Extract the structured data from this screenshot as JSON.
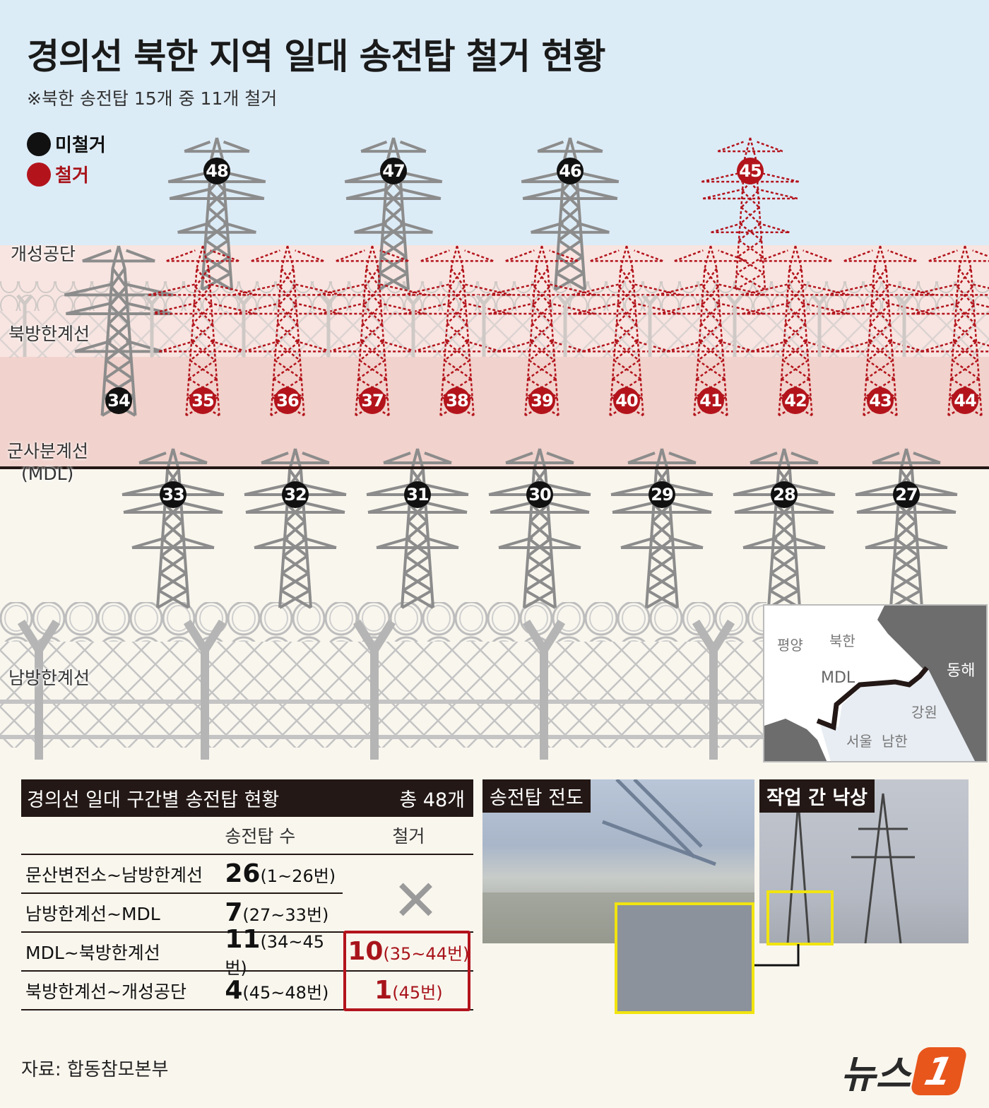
{
  "title": "경의선 북한 지역 일대 송전탑 철거 현황",
  "subtitle": "※북한 송전탑 15개 중 11개 철거",
  "legend": [
    {
      "label": "미철거",
      "color": "#111111"
    },
    {
      "label": "철거",
      "color": "#b3141c"
    }
  ],
  "zones": {
    "kaesong": "개성공단",
    "nll": "북방한계선",
    "mdl_1": "군사분계선",
    "mdl_2": "(MDL)",
    "sll": "남방한계선"
  },
  "colors": {
    "removed": "#b3141c",
    "standing": "#111111",
    "tower_gray": "#8c8c8c"
  },
  "towers": {
    "north_rear": [
      {
        "number": "48",
        "removed": false
      },
      {
        "number": "47",
        "removed": false
      },
      {
        "number": "46",
        "removed": false
      },
      {
        "number": "45",
        "removed": true
      }
    ],
    "north_front": [
      {
        "number": "34",
        "removed": false
      },
      {
        "number": "35",
        "removed": true
      },
      {
        "number": "36",
        "removed": true
      },
      {
        "number": "37",
        "removed": true
      },
      {
        "number": "38",
        "removed": true
      },
      {
        "number": "39",
        "removed": true
      },
      {
        "number": "40",
        "removed": true
      },
      {
        "number": "41",
        "removed": true
      },
      {
        "number": "42",
        "removed": true
      },
      {
        "number": "43",
        "removed": true
      },
      {
        "number": "44",
        "removed": true
      }
    ],
    "south": [
      {
        "number": "33",
        "removed": false
      },
      {
        "number": "32",
        "removed": false
      },
      {
        "number": "31",
        "removed": false
      },
      {
        "number": "30",
        "removed": false
      },
      {
        "number": "29",
        "removed": false
      },
      {
        "number": "28",
        "removed": false
      },
      {
        "number": "27",
        "removed": false
      }
    ]
  },
  "map": {
    "pyongyang": "평양",
    "north": "북한",
    "mdl": "MDL",
    "east_sea": "동해",
    "gangwon": "강원",
    "seoul": "서울",
    "south": "남한"
  },
  "table": {
    "title": "경의선 일대 구간별 송전탑 현황",
    "total": "총 48개",
    "col_towers": "송전탑 수",
    "col_removed": "철거",
    "rows": [
      {
        "section": "문산변전소~남방한계선",
        "count": "26",
        "range": "(1~26번)",
        "removed_count": "",
        "removed_range": ""
      },
      {
        "section": "남방한계선~MDL",
        "count": "7",
        "range": "(27~33번)",
        "removed_count": "",
        "removed_range": ""
      },
      {
        "section": "MDL~북방한계선",
        "count": "11",
        "range": "(34~45번)",
        "removed_count": "10",
        "removed_range": "(35~44번)"
      },
      {
        "section": "북방한계선~개성공단",
        "count": "4",
        "range": "(45~48번)",
        "removed_count": "1",
        "removed_range": "(45번)"
      }
    ],
    "none_mark": "✕"
  },
  "photos": [
    {
      "caption": "송전탑 전도"
    },
    {
      "caption": "작업 간 낙상"
    }
  ],
  "source": "자료:  합동참모본부",
  "logo": {
    "text": "뉴스",
    "mark": "1"
  }
}
